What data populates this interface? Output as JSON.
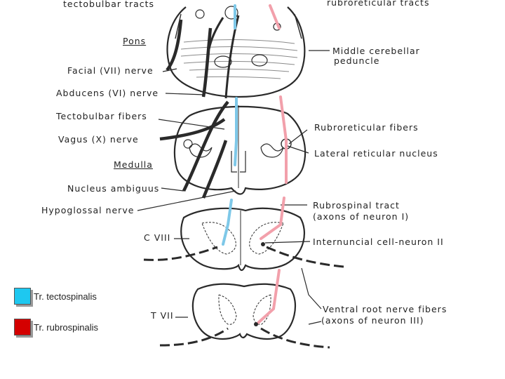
{
  "labels": {
    "tectobulbar_tracts": "tectobulbar tracts",
    "rubroreticular_tracts": "rubroreticular tracts",
    "pons": "Pons",
    "middle_cerebellar_peduncle_1": "Middle cerebellar",
    "middle_cerebellar_peduncle_2": "peduncle",
    "facial_nerve": "Facial (VII) nerve",
    "abducens_nerve": "Abducens (VI) nerve",
    "tectobulbar_fibers": "Tectobulbar fibers",
    "vagus_nerve": "Vagus (X) nerve",
    "rubroreticular_fibers": "Rubroreticular fibers",
    "lateral_reticular_nucleus": "Lateral reticular nucleus",
    "medulla": "Medulla",
    "nucleus_ambiguus": "Nucleus ambiguus",
    "rubrospinal_tract_1": "Rubrospinal tract",
    "rubrospinal_tract_2": "(axons of neuron I)",
    "hypoglossal_nerve": "Hypoglossal nerve",
    "c_viii": "C VIII",
    "internuncial_neuron": "Internuncial cell-neuron II",
    "t_vii": "T VII",
    "ventral_root_1": "Ventral root nerve fibers",
    "ventral_root_2": "(axons of neuron III)"
  },
  "legend": [
    {
      "label": "Tr. tectospinalis",
      "color": "#1ec8f0"
    },
    {
      "label": "Tr. rubrospinalis",
      "color": "#d40000"
    }
  ],
  "colors": {
    "tectospinal_pathway": "#7ec8e8",
    "rubrospinal_pathway": "#f2a0ab",
    "outline": "#2a2a2a"
  }
}
